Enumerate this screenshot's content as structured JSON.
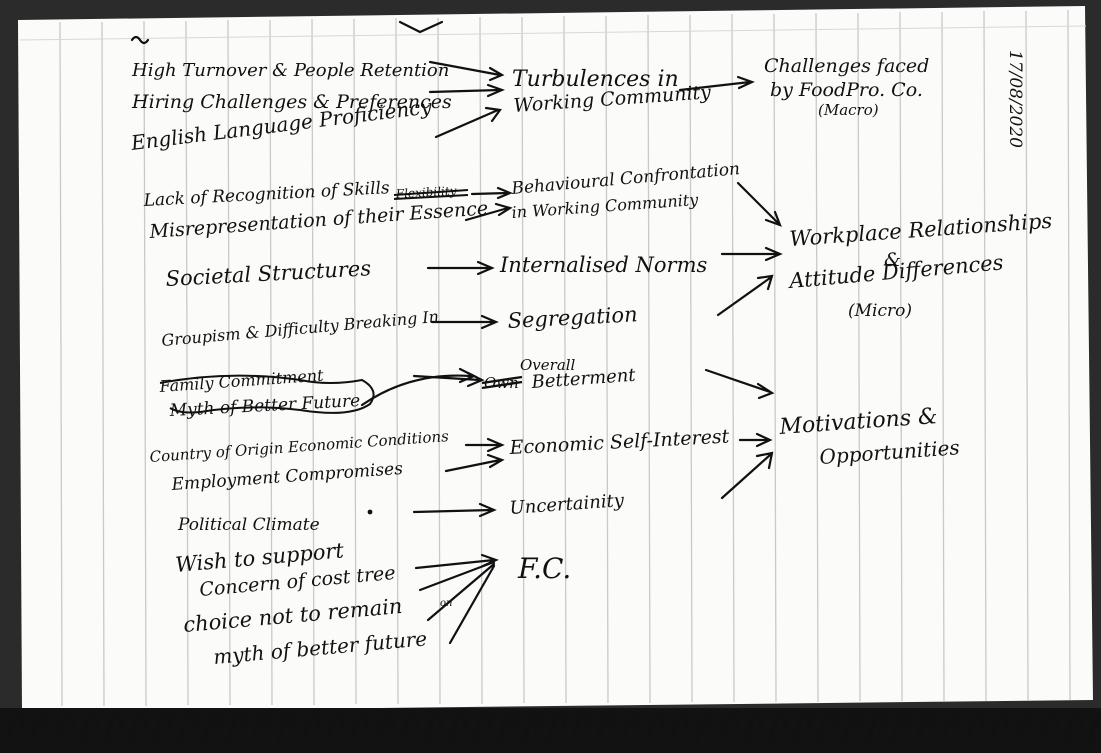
{
  "page": {
    "date": "17/08/2020",
    "sections": [
      {
        "inputs": [
          "High Turnover & People Retention",
          "Hiring Challenges & Preferences",
          "English Language Proficiency"
        ],
        "middle": [
          "Turbulences in",
          "Working Community"
        ],
        "outcome": [
          "Challenges faced",
          "by FoodPro. Co.",
          "(Macro)"
        ]
      },
      {
        "inputs": [
          "Lack of Recognition of Skills",
          "Misrepresentation of their Essence",
          "Societal Structures",
          "Groupism & Difficulty Breaking In"
        ],
        "struck_input_word": "Flexibility",
        "middles": [
          [
            "Behavioural Confrontation",
            "in Working Community"
          ],
          [
            "Internalised Norms"
          ],
          [
            "Segregation"
          ]
        ],
        "outcome": [
          "Workplace Relationships",
          "&",
          "Attitude Differences",
          "(Micro)"
        ]
      },
      {
        "inputs": [
          "Family Commitment",
          "Myth of Better Future",
          "Country of Origin Economic Conditions",
          "Employment Compromises",
          "Political Climate"
        ],
        "middle_over": "Overall",
        "middle_struck": "Own",
        "middles": [
          "Betterment",
          "Economic Self-Interest",
          "Uncertainity"
        ],
        "outcome": [
          "Motivations &",
          "Opportunities"
        ]
      },
      {
        "inputs": [
          "Wish to support",
          "Concern of cost tree",
          "choice not to remain",
          "myth of better future"
        ],
        "input_note": "on",
        "middle": "F.C."
      }
    ]
  }
}
